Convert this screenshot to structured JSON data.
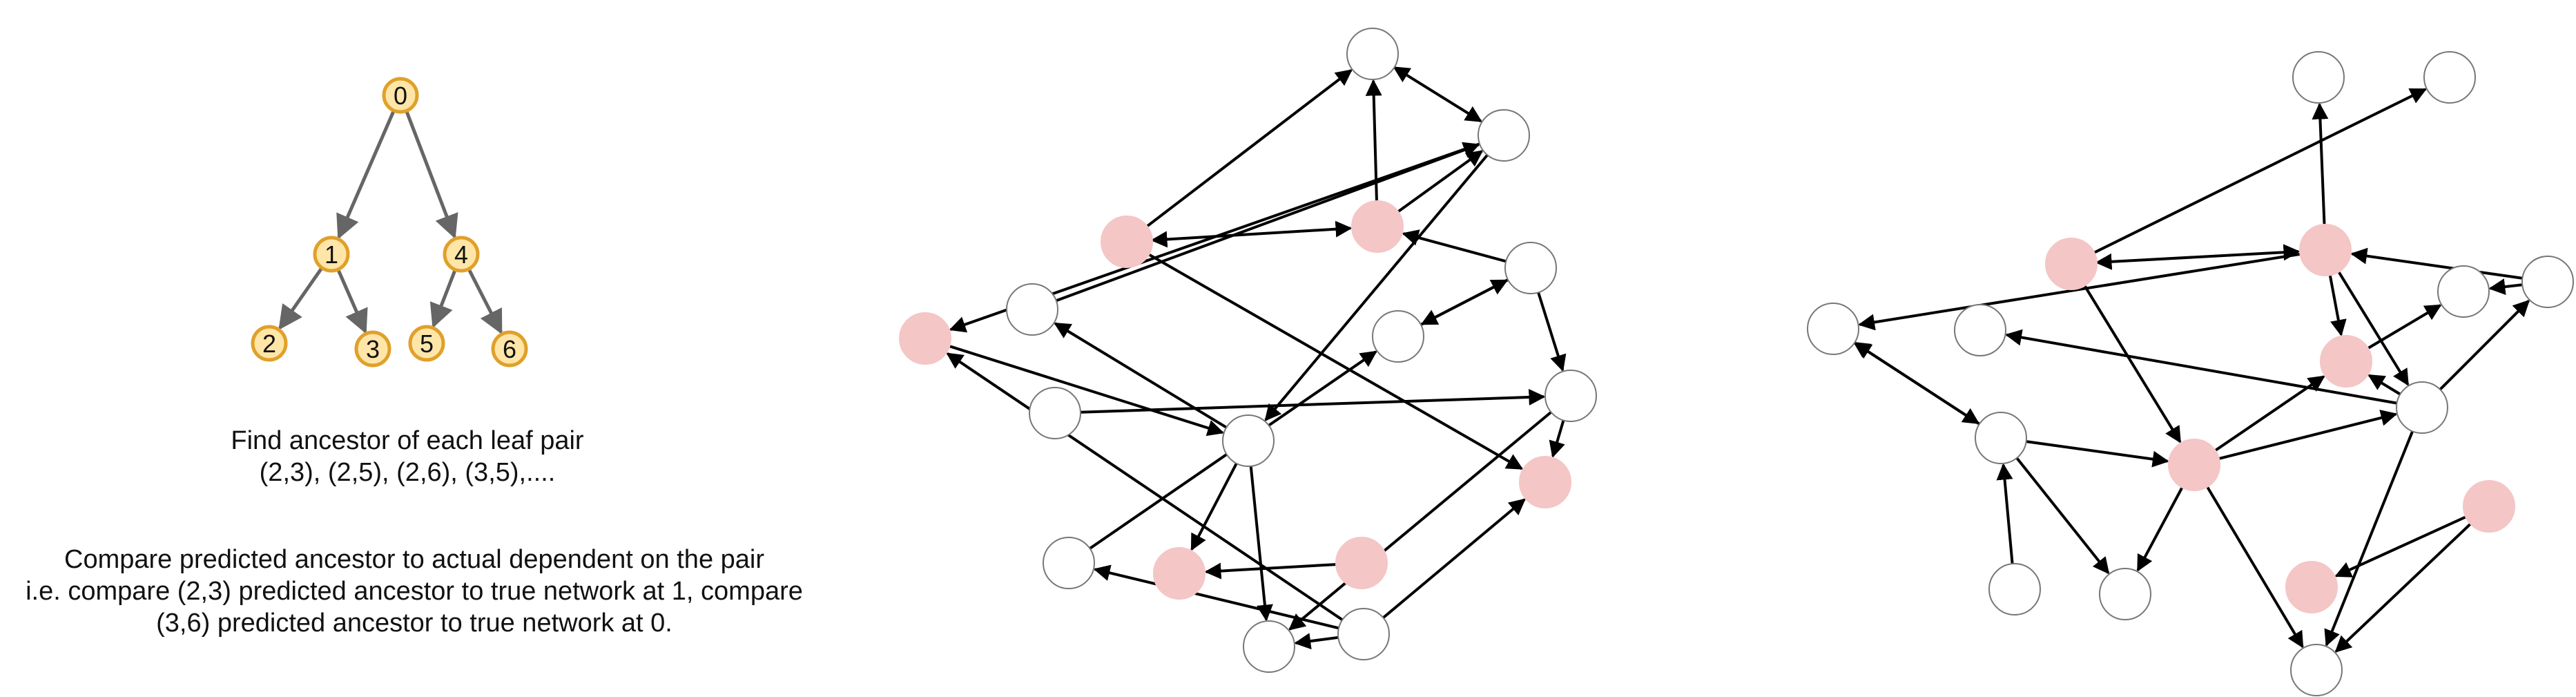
{
  "tree": {
    "colors": {
      "node_fill": "#ffe6a8",
      "node_stroke": "#e0a02a",
      "edge": "#666666"
    },
    "nodes": [
      {
        "id": "n0",
        "label": "0"
      },
      {
        "id": "n1",
        "label": "1"
      },
      {
        "id": "n4",
        "label": "4"
      },
      {
        "id": "n2",
        "label": "2"
      },
      {
        "id": "n3",
        "label": "3"
      },
      {
        "id": "n5",
        "label": "5"
      },
      {
        "id": "n6",
        "label": "6"
      }
    ],
    "edges": [
      [
        "n0",
        "n1"
      ],
      [
        "n0",
        "n4"
      ],
      [
        "n1",
        "n2"
      ],
      [
        "n1",
        "n3"
      ],
      [
        "n4",
        "n5"
      ],
      [
        "n4",
        "n6"
      ]
    ]
  },
  "caption": {
    "line1": "Find ancestor of each leaf pair",
    "line2": "(2,3), (2,5), (2,6), (3,5),....",
    "line3": "Compare predicted ancestor to actual dependent on the pair",
    "line4": "i.e. compare (2,3) predicted ancestor to true network at 1, compare",
    "line5": "(3,6) predicted ancestor to true network at 0."
  },
  "networks": {
    "colors": {
      "highlight_fill": "#f4c6c6",
      "plain_fill": "#ffffff",
      "node_stroke": "#777777",
      "edge": "#000000"
    },
    "network_1": {
      "nodes": [
        {
          "id": "a",
          "highlight": false
        },
        {
          "id": "b",
          "highlight": false
        },
        {
          "id": "c",
          "highlight": true
        },
        {
          "id": "d",
          "highlight": true
        },
        {
          "id": "e",
          "highlight": false
        },
        {
          "id": "f",
          "highlight": false
        },
        {
          "id": "g",
          "highlight": false
        },
        {
          "id": "h",
          "highlight": true
        },
        {
          "id": "i",
          "highlight": false
        },
        {
          "id": "j",
          "highlight": false
        },
        {
          "id": "k",
          "highlight": true
        },
        {
          "id": "l",
          "highlight": true
        },
        {
          "id": "m",
          "highlight": false
        },
        {
          "id": "n",
          "highlight": false
        },
        {
          "id": "o",
          "highlight": true
        },
        {
          "id": "p",
          "highlight": false
        },
        {
          "id": "q",
          "highlight": false
        }
      ],
      "edges": [
        {
          "from": "d",
          "to": "a"
        },
        {
          "from": "a",
          "to": "b",
          "both": true
        },
        {
          "from": "c",
          "to": "a"
        },
        {
          "from": "c",
          "to": "d",
          "both": true
        },
        {
          "from": "c",
          "to": "k"
        },
        {
          "from": "d",
          "to": "b"
        },
        {
          "from": "f",
          "to": "b"
        },
        {
          "from": "e",
          "to": "d"
        },
        {
          "from": "e",
          "to": "g"
        },
        {
          "from": "b",
          "to": "h"
        },
        {
          "from": "b",
          "to": "j"
        },
        {
          "from": "e",
          "to": "i"
        },
        {
          "from": "h",
          "to": "j"
        },
        {
          "from": "j",
          "to": "f"
        },
        {
          "from": "i",
          "to": "k"
        },
        {
          "from": "i",
          "to": "p"
        },
        {
          "from": "g",
          "to": "e"
        },
        {
          "from": "m",
          "to": "i"
        },
        {
          "from": "n",
          "to": "g"
        },
        {
          "from": "q",
          "to": "k"
        },
        {
          "from": "q",
          "to": "h"
        },
        {
          "from": "q",
          "to": "p"
        },
        {
          "from": "j",
          "to": "o"
        },
        {
          "from": "l",
          "to": "o"
        },
        {
          "from": "j",
          "to": "p"
        },
        {
          "from": "q",
          "to": "n"
        }
      ]
    },
    "network_2": {
      "nodes": [
        {
          "id": "a",
          "highlight": false
        },
        {
          "id": "b",
          "highlight": false
        },
        {
          "id": "c",
          "highlight": true
        },
        {
          "id": "d",
          "highlight": true
        },
        {
          "id": "e",
          "highlight": false
        },
        {
          "id": "f",
          "highlight": false
        },
        {
          "id": "g",
          "highlight": false
        },
        {
          "id": "h",
          "highlight": false
        },
        {
          "id": "i",
          "highlight": true
        },
        {
          "id": "j",
          "highlight": false
        },
        {
          "id": "k",
          "highlight": false
        },
        {
          "id": "l",
          "highlight": true
        },
        {
          "id": "m",
          "highlight": false
        },
        {
          "id": "n",
          "highlight": false
        },
        {
          "id": "o",
          "highlight": true
        },
        {
          "id": "p",
          "highlight": true
        },
        {
          "id": "q",
          "highlight": false
        }
      ],
      "edges": [
        {
          "from": "d",
          "to": "a"
        },
        {
          "from": "c",
          "to": "b"
        },
        {
          "from": "c",
          "to": "d",
          "both": true
        },
        {
          "from": "d",
          "to": "g"
        },
        {
          "from": "d",
          "to": "i"
        },
        {
          "from": "d",
          "to": "j"
        },
        {
          "from": "f",
          "to": "d"
        },
        {
          "from": "f",
          "to": "e"
        },
        {
          "from": "j",
          "to": "f"
        },
        {
          "from": "j",
          "to": "h"
        },
        {
          "from": "j",
          "to": "i"
        },
        {
          "from": "c",
          "to": "l"
        },
        {
          "from": "i",
          "to": "e"
        },
        {
          "from": "l",
          "to": "i"
        },
        {
          "from": "l",
          "to": "j"
        },
        {
          "from": "k",
          "to": "g"
        },
        {
          "from": "k",
          "to": "l"
        },
        {
          "from": "k",
          "to": "n"
        },
        {
          "from": "m",
          "to": "k"
        },
        {
          "from": "l",
          "to": "n"
        },
        {
          "from": "l",
          "to": "q"
        },
        {
          "from": "j",
          "to": "q"
        },
        {
          "from": "p",
          "to": "o"
        },
        {
          "from": "p",
          "to": "q"
        },
        {
          "from": "g",
          "to": "k",
          "both": true
        }
      ]
    }
  }
}
